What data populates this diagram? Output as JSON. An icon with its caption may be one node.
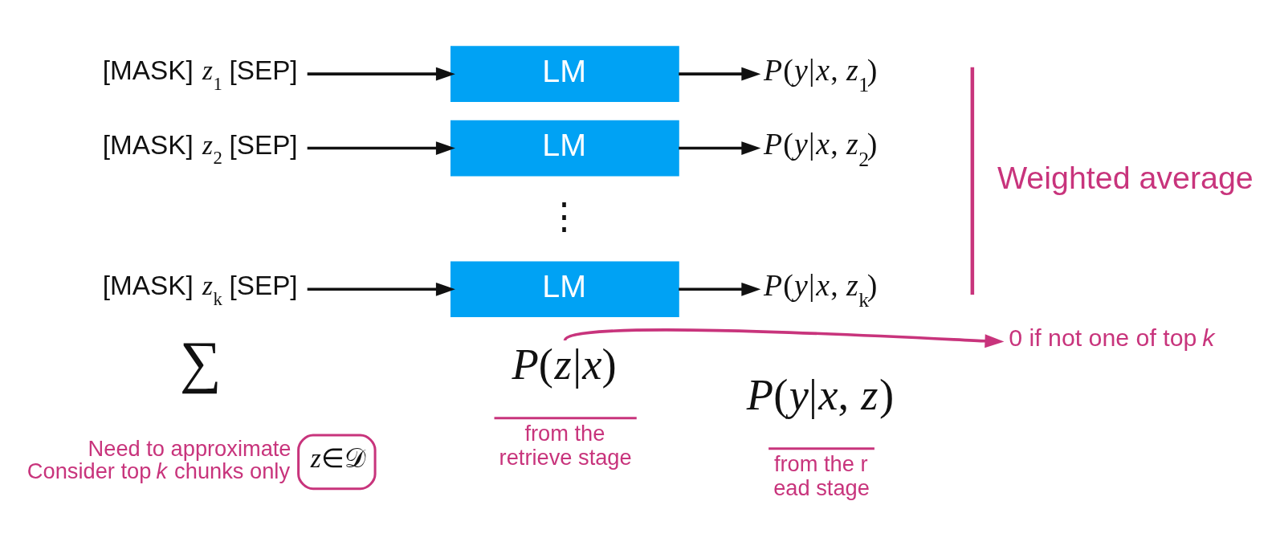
{
  "diagram": {
    "nodes": [
      {
        "text": [
          "[MASK] *z*$_{1}$ [SEP]"
        ]
      },
      {
        "text": [
          "LM"
        ]
      },
      {
        "text": [
          "*P*(*y*|*x*, *z*$_{1}$)"
        ]
      },
      {
        "text": [
          "[MASK] *z*$_{2}$ [SEP]"
        ]
      },
      {
        "text": [
          "LM"
        ]
      },
      {
        "text": [
          "*P*(*y*|*x*, *z*$_{2}$)"
        ]
      },
      {
        "text": [
          "[MASK] *z*$_{k}$ [SEP]"
        ]
      },
      {
        "text": [
          "LM"
        ]
      },
      {
        "text": [
          "*P*(*y*|*x*, *z*$_{k}$)"
        ]
      },
      {
        "text": [
          "0 if not one of top *k*"
        ]
      },
      {
        "text": [
          "*P*(*z*|*x*)"
        ],
        "beside": [
          "from the retrieve stage"
        ]
      },
      {
        "text": [
          "*P*(*y*|*x*, *z*)"
        ],
        "beside": [
          "from the r ead stage"
        ]
      },
      {
        "text": [
          "*z*∈𝒟"
        ],
        "beside": [
          "Need to approximate Consider top *k* chunks only"
        ]
      }
    ],
    "edges": [
      {
        "from": 0,
        "to": 1,
        "arrow": "to"
      },
      {
        "from": 1,
        "to": 2,
        "arrow": "to"
      },
      {
        "from": 3,
        "to": 4,
        "arrow": "to"
      },
      {
        "from": 4,
        "to": 5,
        "arrow": "to"
      },
      {
        "from": 6,
        "to": 7,
        "arrow": "to"
      },
      {
        "from": 7,
        "to": 8,
        "arrow": "to"
      },
      {
        "from": 10,
        "to": 9,
        "arrow": "to",
        "color": "#c8347c"
      }
    ],
    "labels": [
      "Weighted average",
      "⋮",
      "∑"
    ]
  }
}
